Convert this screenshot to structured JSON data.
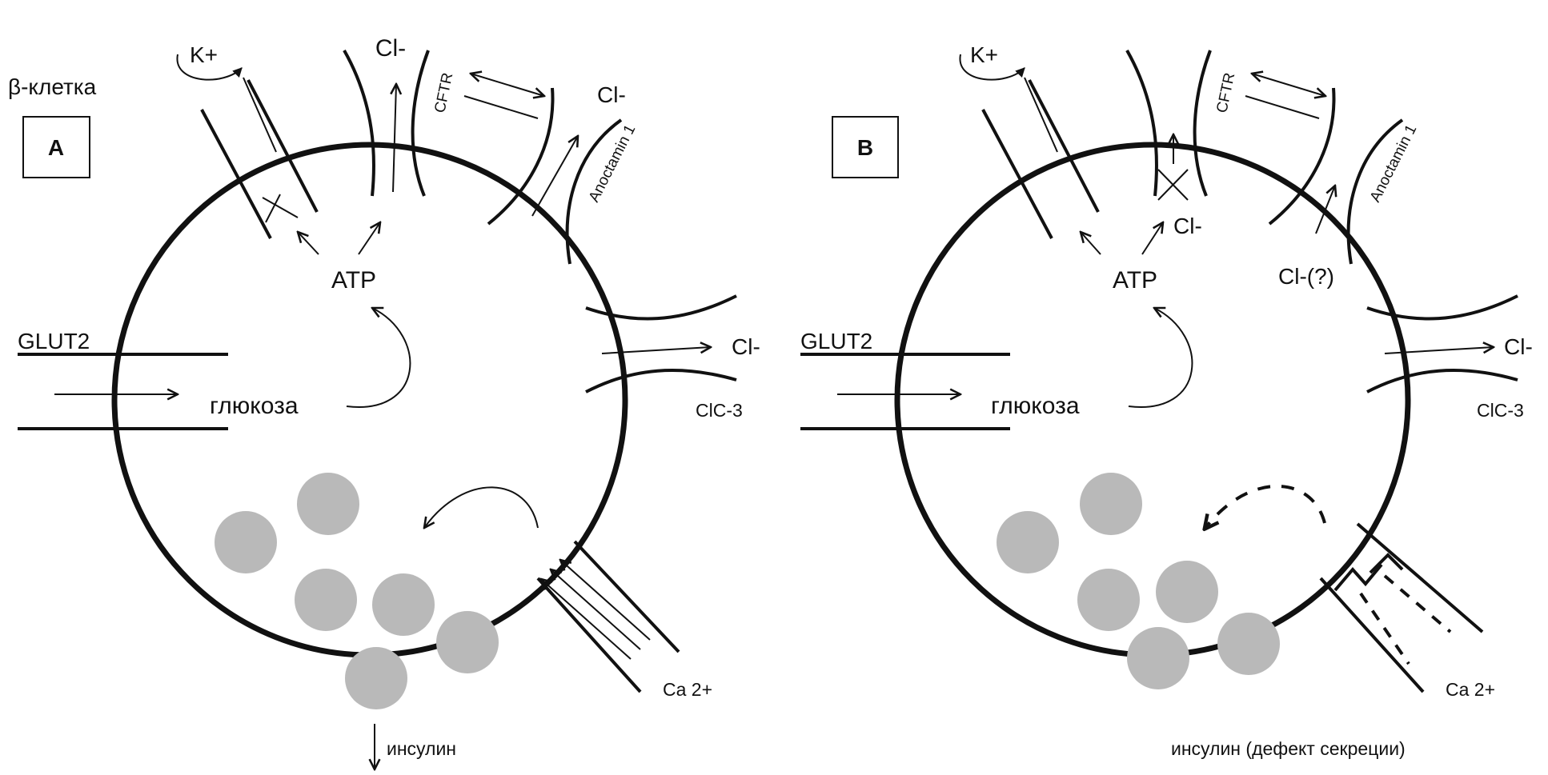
{
  "figure": {
    "cell_label": "β-клетка",
    "panel_a": {
      "tag": "A",
      "k_label": "K+",
      "cl_top_label": "Cl-",
      "cftr_label": "CFTR",
      "cl_anoctamin_label": "Cl-",
      "anoctamin_label": "Anoctamin 1",
      "atp_label": "ATP",
      "glut2_label": "GLUT2",
      "glucose_label": "глюкоза",
      "clc_cl_label": "Cl-",
      "clc_label": "ClC-3",
      "ca_label": "Ca 2+",
      "insulin_label": "инсулин"
    },
    "panel_b": {
      "tag": "B",
      "k_label": "K+",
      "cftr_label": "CFTR",
      "cl_inner_label": "Cl-",
      "cl_uncertain_label": "Cl-(?)",
      "anoctamin_label": "Anoctamin 1",
      "atp_label": "ATP",
      "glut2_label": "GLUT2",
      "glucose_label": "глюкоза",
      "clc_cl_label": "Cl-",
      "clc_label": "ClC-3",
      "ca_label": "Ca 2+",
      "insulin_label": "инсулин (дефект секреции)"
    },
    "colors": {
      "line": "#111111",
      "granule": "#b9b9b9",
      "background": "#ffffff"
    }
  }
}
